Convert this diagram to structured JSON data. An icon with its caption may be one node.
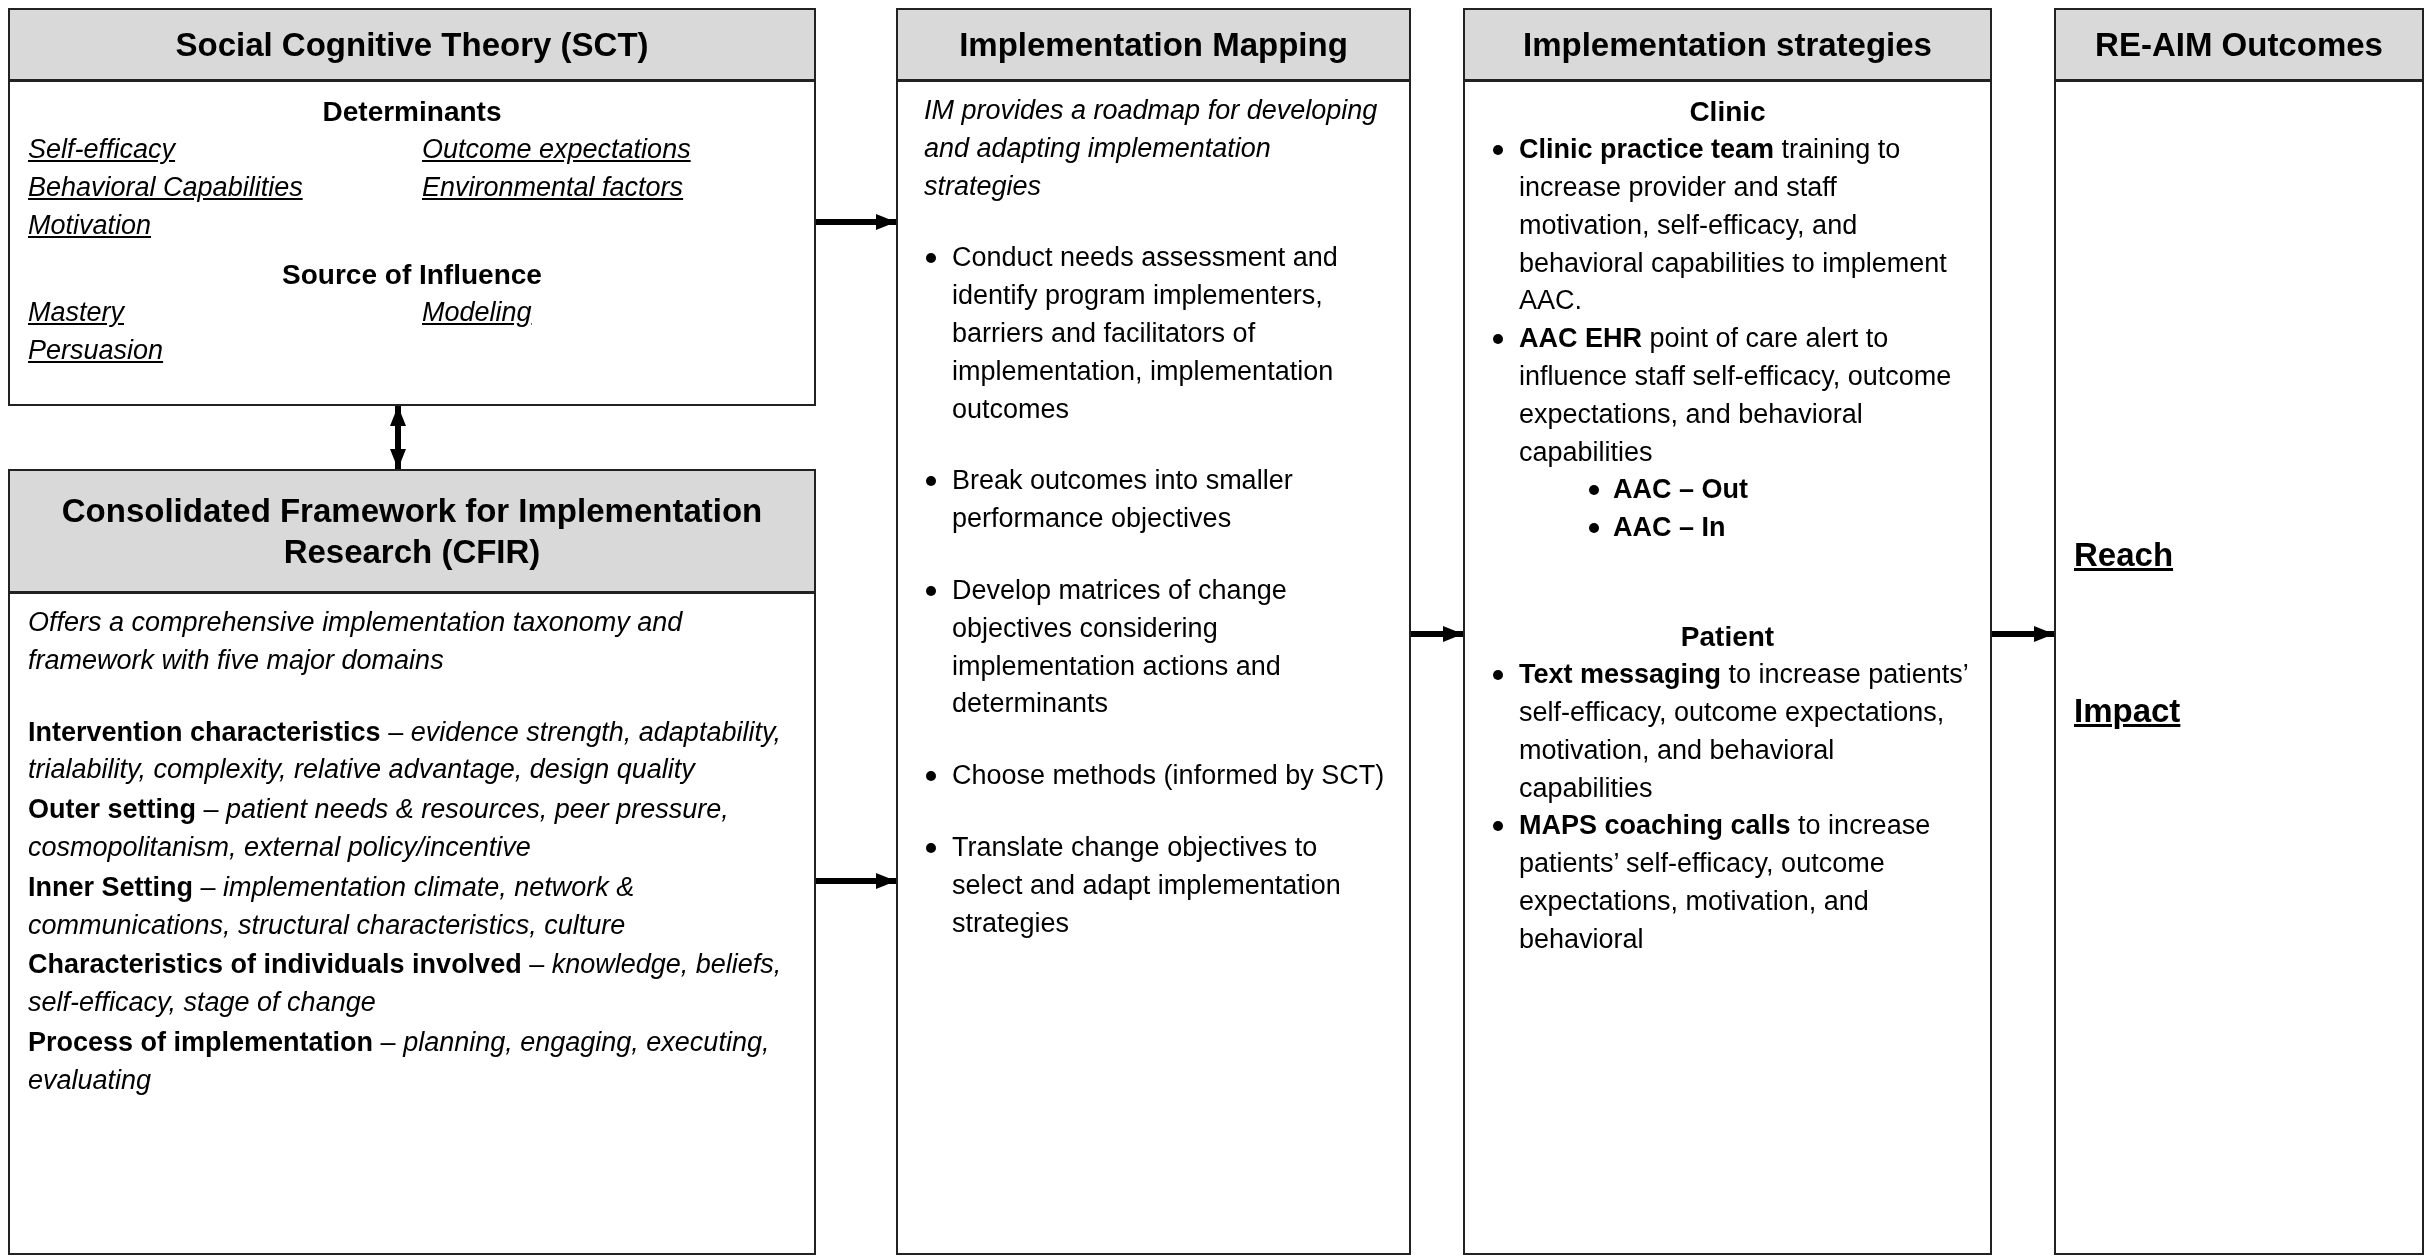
{
  "diagram": {
    "nodes": [
      {
        "text": [
          "Social Cognitive Theory (SCT)",
          "Determinants",
          "Self-efficacy",
          "Outcome expectations",
          "Behavioral Capabilities",
          "Environmental factors",
          "Motivation",
          "Source of Influence",
          "Mastery",
          "Modeling",
          "Persuasion"
        ]
      },
      {
        "text": [
          "Consolidated Framework for Implementation Research (CFIR)",
          "Offers a comprehensive implementation taxonomy and framework with five major domains",
          "**Intervention characteristics** – *evidence strength, adaptability, trialability, complexity, relative advantage, design quality*",
          "**Outer setting** – *patient needs & resources, peer pressure, cosmopolitanism, external policy/incentive*",
          "**Inner Setting** – *implementation climate, network & communications, structural characteristics, culture*",
          "**Characteristics of individuals involved** – *knowledge, beliefs, self-efficacy, stage of change*",
          "**Process of implementation** – *planning, engaging, executing, evaluating*"
        ]
      },
      {
        "text": [
          "Implementation Mapping",
          "IM provides a roadmap for developing and adapting implementation strategies",
          "Conduct needs assessment and identify program implementers, barriers and facilitators of implementation, implementation outcomes",
          "Break outcomes into smaller performance objectives",
          "Develop matrices of change objectives considering implementation actions and determinants",
          "Choose methods (informed by SCT)",
          "Translate change objectives to select and adapt implementation strategies"
        ]
      },
      {
        "text": [
          "Implementation strategies",
          "Clinic",
          "**Clinic practice team** training to increase provider and staff motivation, self-efficacy, and behavioral capabilities to implement AAC.",
          "**AAC EHR** point of care alert to influence staff self-efficacy, outcome expectations, and behavioral capabilities",
          "AAC – Out",
          "AAC – In",
          "Patient",
          "**Text messaging** to increase patients’ self-efficacy, outcome expectations, motivation, and behavioral capabilities",
          "**MAPS coaching calls** to increase patients’ self-efficacy, outcome expectations, motivation, and behavioral"
        ]
      },
      {
        "text": [
          "RE-AIM Outcomes",
          "Reach",
          "Impact"
        ]
      }
    ],
    "edges": [
      {
        "from": 0,
        "to": 1,
        "arrow": "both"
      },
      {
        "from": 0,
        "to": 2,
        "arrow": "to"
      },
      {
        "from": 1,
        "to": 2,
        "arrow": "to"
      },
      {
        "from": 2,
        "to": 3,
        "arrow": "to"
      },
      {
        "from": 3,
        "to": 4,
        "arrow": "to"
      }
    ]
  }
}
